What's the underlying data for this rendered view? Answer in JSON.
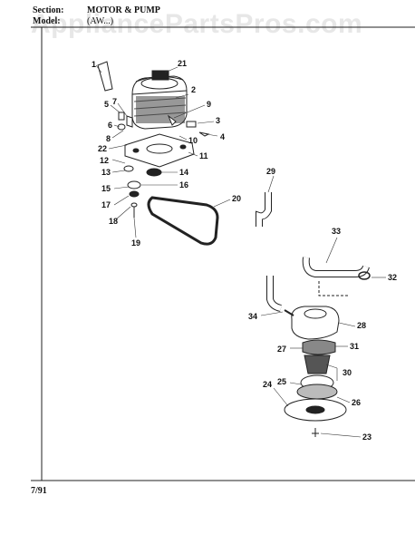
{
  "header": {
    "section_label": "Section:",
    "section_name": "MOTOR & PUMP",
    "model_label": "Model:",
    "model_value": "(AW...)"
  },
  "watermark": "AppliancePartsPros.com",
  "footer": {
    "date": "7/91"
  },
  "callouts": [
    "1",
    "2",
    "3",
    "4",
    "5",
    "6",
    "7",
    "8",
    "9",
    "10",
    "11",
    "12",
    "13",
    "14",
    "15",
    "16",
    "17",
    "18",
    "19",
    "20",
    "21",
    "22",
    "23",
    "24",
    "25",
    "26",
    "27",
    "28",
    "29",
    "30",
    "31",
    "32",
    "33",
    "34"
  ]
}
